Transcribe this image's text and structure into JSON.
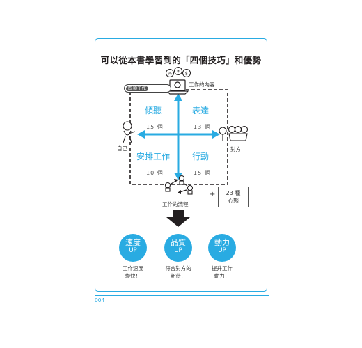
{
  "title": "可以從本書學習到的「四個技巧」和優勢",
  "badge_label": "四項工作",
  "labels": {
    "work_content": "工作的內容",
    "self": "自己",
    "other_party": "對方",
    "workflow": "工作的流程"
  },
  "icons": {
    "percent": "%",
    "yen": "¥",
    "dollar": "$"
  },
  "quadrants": [
    {
      "name": "傾聽",
      "count": "15 個"
    },
    {
      "name": "表達",
      "count": "13 個"
    },
    {
      "name": "安排工作",
      "count": "10 個"
    },
    {
      "name": "行動",
      "count": "15 個"
    }
  ],
  "mindset": {
    "plus": "+",
    "line1": "23 種",
    "line2": "心態"
  },
  "benefits": [
    {
      "title": "速度",
      "up": "UP",
      "caption1": "工作速度",
      "caption2": "變快！"
    },
    {
      "title": "品質",
      "up": "UP",
      "caption1": "符合對方的",
      "caption2": "期待！"
    },
    {
      "title": "動力",
      "up": "UP",
      "caption1": "提升工作",
      "caption2": "動力！"
    }
  ],
  "page_number": "004",
  "colors": {
    "accent": "#29abe2",
    "ink": "#231f20"
  }
}
